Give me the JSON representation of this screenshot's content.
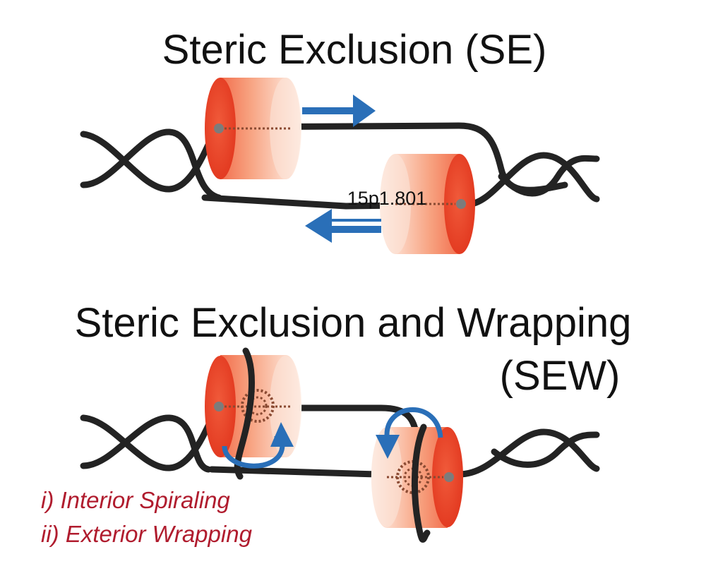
{
  "se_title": "Steric Exclusion (SE)",
  "sew_title_line1": "Steric Exclusion and Wrapping",
  "sew_title_line2": "(SEW)",
  "overlay_text": "15p1.801",
  "legend_interior": "i) Interior Spiraling",
  "legend_exterior": "ii) Exterior Wrapping",
  "colors": {
    "dna": "#232323",
    "cylinder_face": "#e8432c",
    "cylinder_body": "#f7a07e",
    "arrow": "#2a6fb8",
    "legend_text": "#b01c2e"
  },
  "icons": [
    "dna-double-helix",
    "helicase-cylinder",
    "direction-arrow",
    "rotation-arrow"
  ]
}
